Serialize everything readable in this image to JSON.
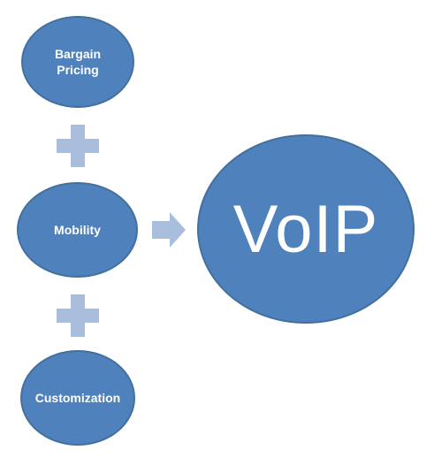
{
  "nodes": {
    "bargain_pricing": "Bargain\nPricing",
    "mobility": "Mobility",
    "customization": "Customization",
    "voip": "VoIP"
  },
  "icons": {
    "plus_1": "plus-icon",
    "plus_2": "plus-icon",
    "arrow": "right-arrow-icon"
  },
  "colors": {
    "node_fill": "#4f81bd",
    "node_border": "#42709f",
    "connector_fill": "#a9bedd",
    "text": "#ffffff"
  }
}
